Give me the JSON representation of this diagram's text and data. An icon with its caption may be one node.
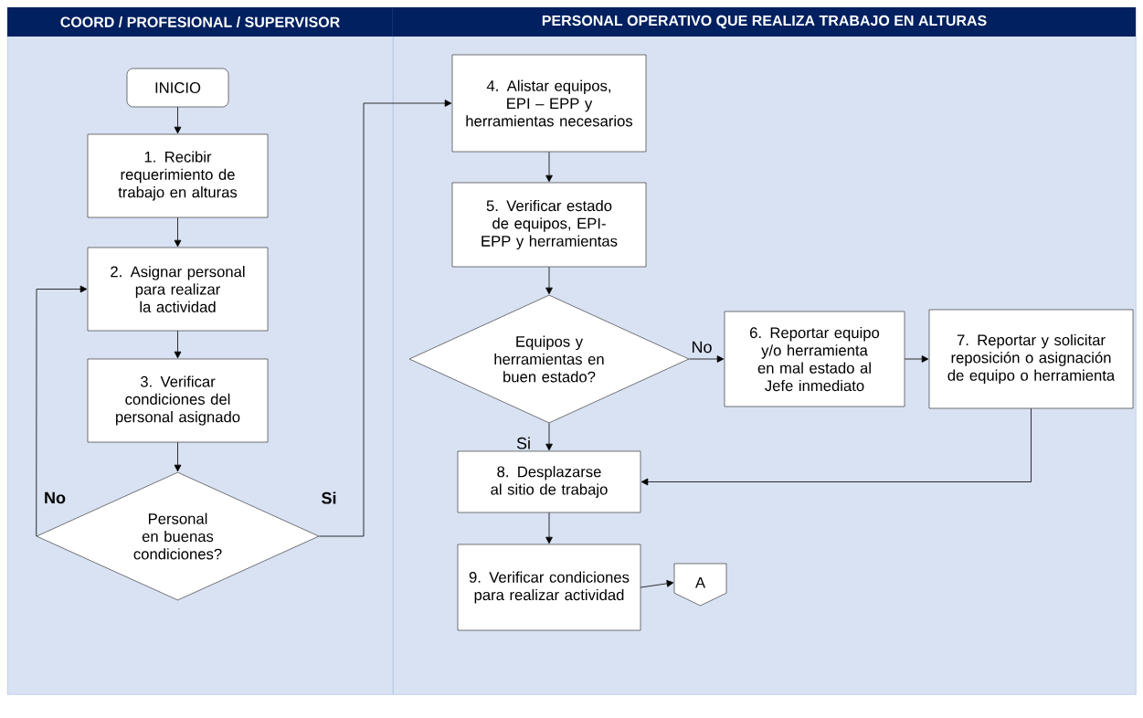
{
  "diagram": {
    "nodes": [
      {
        "text": [
          "COORD / PROFESIONAL / SUPERVISOR"
        ]
      },
      {
        "text": [
          "INICIO"
        ],
        "in": 0
      },
      {
        "text": [
          "1. Recibir requerimiento de trabajo en alturas"
        ],
        "in": 0
      },
      {
        "text": [
          "2. Asignar personal para realizar la actividad"
        ],
        "in": 0
      },
      {
        "text": [
          "3. Verificar condiciones del personal asignado"
        ],
        "in": 0
      },
      {
        "text": [
          "Personal en buenas condiciones?"
        ],
        "in": 0
      },
      {
        "text": [
          "PERSONAL OPERATIVO QUE REALIZA TRABAJO EN ALTURAS"
        ]
      },
      {
        "text": [
          "4. Alistar equipos, EPI – EPP y herramientas necesarios"
        ],
        "in": 6
      },
      {
        "text": [
          "5. Verificar estado de equipos, EPI- EPP y herramientas"
        ],
        "in": 6
      },
      {
        "text": [
          "Equipos y herramientas en buen estado?"
        ],
        "in": 6
      },
      {
        "text": [
          "6. Reportar equipo y/o herramienta en mal estado al Jefe inmediato"
        ],
        "in": 6
      },
      {
        "text": [
          "7. Reportar y solicitar reposición o asignación de equipo o herramienta"
        ],
        "in": 6
      },
      {
        "text": [
          "8. Desplazarse al sitio de trabajo"
        ],
        "in": 6
      },
      {
        "text": [
          "9. Verificar condiciones para realizar actividad"
        ],
        "in": 6
      },
      {
        "text": [
          "A"
        ],
        "in": 6
      }
    ],
    "edges": [
      {
        "from": 1,
        "to": 2,
        "arrow": "to"
      },
      {
        "from": 2,
        "to": 3,
        "arrow": "to"
      },
      {
        "from": 3,
        "to": 4,
        "arrow": "to"
      },
      {
        "from": 4,
        "to": 5,
        "arrow": "to"
      },
      {
        "from": 5,
        "to": 3,
        "arrow": "to",
        "label": "No"
      },
      {
        "from": 5,
        "to": 7,
        "arrow": "to",
        "label": "Si"
      },
      {
        "from": 7,
        "to": 8,
        "arrow": "to"
      },
      {
        "from": 8,
        "to": 9,
        "arrow": "to"
      },
      {
        "from": 9,
        "to": 10,
        "arrow": "to",
        "label": "No"
      },
      {
        "from": 10,
        "to": 11,
        "arrow": "to"
      },
      {
        "from": 11,
        "to": 12,
        "arrow": "to"
      },
      {
        "from": 9,
        "to": 12,
        "arrow": "to",
        "label": "Si"
      },
      {
        "from": 12,
        "to": 13,
        "arrow": "to"
      },
      {
        "from": 13,
        "to": 14,
        "arrow": "to"
      }
    ]
  }
}
